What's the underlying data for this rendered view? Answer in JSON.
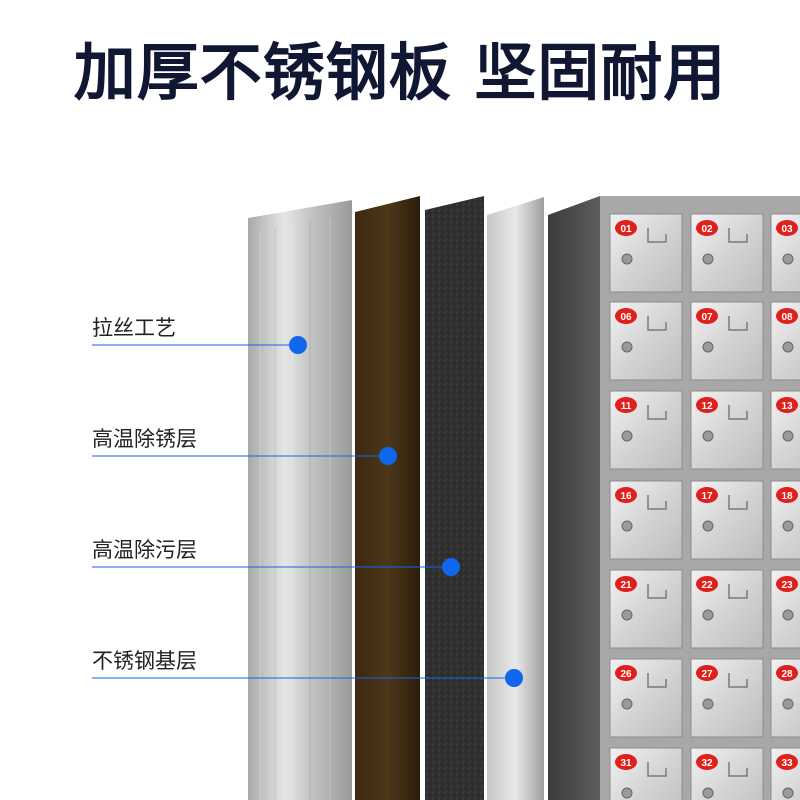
{
  "headline": "加厚不锈钢板 坚固耐用",
  "layers": [
    {
      "label": "拉丝工艺",
      "color": "#c9c9c9"
    },
    {
      "label": "高温除锈层",
      "color": "#4a3418"
    },
    {
      "label": "高温除污层",
      "color": "#2d2d2d"
    },
    {
      "label": "不锈钢基层",
      "color": "#bdbdbd"
    }
  ],
  "callout_color": "#1166ee",
  "locker_numbers": [
    [
      "01",
      "02",
      "03"
    ],
    [
      "06",
      "07",
      "08"
    ],
    [
      "11",
      "12",
      "13"
    ],
    [
      "16",
      "17",
      "18"
    ],
    [
      "21",
      "22",
      "23"
    ],
    [
      "26",
      "27",
      "28"
    ],
    [
      "31",
      "32",
      "33"
    ]
  ],
  "badge_color": "#e0201c"
}
